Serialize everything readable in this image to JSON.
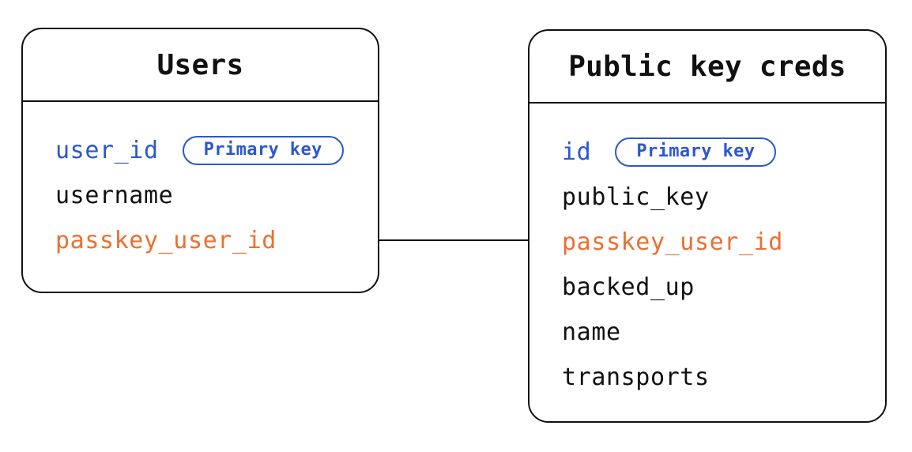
{
  "colors": {
    "ink": "#111111",
    "blue": "#2b57cf",
    "orange": "#ed6f2f",
    "background": "#ffffff"
  },
  "tables": [
    {
      "title": "Users",
      "fields": [
        {
          "label": "user_id",
          "badge": "Primary key"
        },
        {
          "label": "username"
        },
        {
          "label": "passkey_user_id"
        }
      ]
    },
    {
      "title": "Public key creds",
      "fields": [
        {
          "label": "id",
          "badge": "Primary key"
        },
        {
          "label": "public_key"
        },
        {
          "label": "passkey_user_id"
        },
        {
          "label": "backed_up"
        },
        {
          "label": "name"
        },
        {
          "label": "transports"
        }
      ]
    }
  ]
}
